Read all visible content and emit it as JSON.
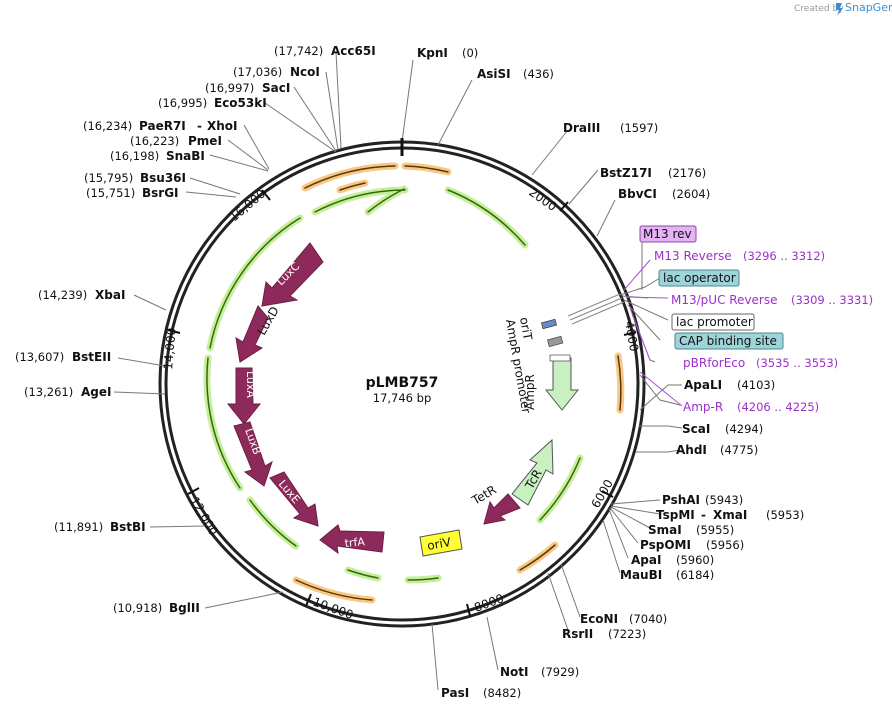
{
  "credit": {
    "text": "Created by",
    "brand": "SnapGene"
  },
  "plasmid": {
    "name": "pLMB757",
    "size": "17,746 bp"
  },
  "ticks": [
    "2000",
    "4000",
    "6000",
    "8000",
    "10,000",
    "12,000",
    "14,000",
    "16,000"
  ],
  "enzymes": [
    {
      "name": "KpnI",
      "pos": "(0)"
    },
    {
      "name": "AsiSI",
      "pos": "(436)"
    },
    {
      "name": "DraIII",
      "pos": "(1597)"
    },
    {
      "name": "BstZ17I",
      "pos": "(2176)"
    },
    {
      "name": "BbvCI",
      "pos": "(2604)"
    },
    {
      "name": "ApaLI",
      "pos": "(4103)"
    },
    {
      "name": "ScaI",
      "pos": "(4294)"
    },
    {
      "name": "AhdI",
      "pos": "(4775)"
    },
    {
      "name": "PshAI",
      "pos": "(5943)"
    },
    {
      "name": "TspMI",
      "name2": "XmaI",
      "pos": "(5953)"
    },
    {
      "name": "SmaI",
      "pos": "(5955)"
    },
    {
      "name": "PspOMI",
      "pos": "(5956)"
    },
    {
      "name": "ApaI",
      "pos": "(5960)"
    },
    {
      "name": "MauBI",
      "pos": "(6184)"
    },
    {
      "name": "EcoNI",
      "pos": "(7040)"
    },
    {
      "name": "RsrII",
      "pos": "(7223)"
    },
    {
      "name": "NotI",
      "pos": "(7929)"
    },
    {
      "name": "PasI",
      "pos": "(8482)"
    },
    {
      "name": "BglII",
      "pos": "(10,918)"
    },
    {
      "name": "BstBI",
      "pos": "(11,891)"
    },
    {
      "name": "AgeI",
      "pos": "(13,261)"
    },
    {
      "name": "BstEII",
      "pos": "(13,607)"
    },
    {
      "name": "XbaI",
      "pos": "(14,239)"
    },
    {
      "name": "BsrGI",
      "pos": "(15,751)"
    },
    {
      "name": "Bsu36I",
      "pos": "(15,795)"
    },
    {
      "name": "SnaBI",
      "pos": "(16,198)"
    },
    {
      "name": "PmeI",
      "pos": "(16,223)"
    },
    {
      "name": "PaeR7I",
      "name2": "XhoI",
      "pos": "(16,234)"
    },
    {
      "name": "Eco53kI",
      "pos": "(16,995)"
    },
    {
      "name": "SacI",
      "pos": "(16,997)"
    },
    {
      "name": "NcoI",
      "pos": "(17,036)"
    },
    {
      "name": "Acc65I",
      "pos": "(17,742)"
    }
  ],
  "features": [
    {
      "name": "M13 rev",
      "style": "purple-box"
    },
    {
      "name": "M13 Reverse",
      "pos": "(3296 .. 3312)",
      "style": "purple-text"
    },
    {
      "name": "lac operator",
      "style": "teal-box"
    },
    {
      "name": "M13/pUC Reverse",
      "pos": "(3309 .. 3331)",
      "style": "purple-text"
    },
    {
      "name": "lac promoter",
      "style": "white-box"
    },
    {
      "name": "CAP binding site",
      "style": "teal-box"
    },
    {
      "name": "pBRforEco",
      "pos": "(3535 .. 3553)",
      "style": "purple-text"
    },
    {
      "name": "Amp-R",
      "pos": "(4206 .. 4225)",
      "style": "purple-text"
    }
  ],
  "inner_labels": {
    "oriT": "oriT",
    "ampr_promoter": "AmpR promoter",
    "ampr": "AmpR",
    "tetr": "TetR",
    "tcr": "TcR",
    "oriv": "oriV",
    "luxc": "LuxC",
    "luxd": "LuxD",
    "luxa": "LuxA",
    "luxb": "LuxB",
    "luxe": "LuxE",
    "trfa": "trfA"
  },
  "colors": {
    "backbone": "#222222",
    "lux_genes": "#8e2a5b",
    "ampr_tcr": "#c8f0c0",
    "orange_arrows": "#f2a23a",
    "green_arrows": "#8fd64a",
    "oriv": "#ffff33",
    "feature_purple": "#9b30c8",
    "teal_box": "#9fd3da",
    "purple_box": "#e3b3f3"
  }
}
